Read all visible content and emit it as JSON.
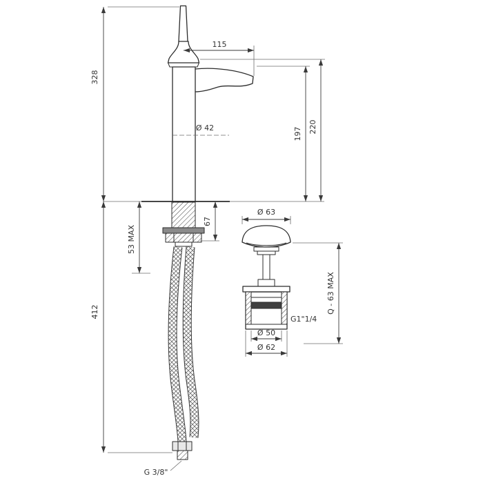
{
  "drawing": {
    "type": "basin-mixer-technical-drawing",
    "colors": {
      "background": "#ffffff",
      "outline": "#2b2b2b",
      "dimension": "#3a3a3a",
      "extension": "#6b6b6b",
      "label": "#333333"
    },
    "dims": {
      "faucet": {
        "spout_reach": "115",
        "height": "328",
        "spout_height": "197",
        "body_height": "220",
        "body_diameter": "Ø 42",
        "shank_length": "67",
        "deck_max": "53 MAX",
        "hose_length": "412",
        "hose_thread": "G 3/8\""
      },
      "waste": {
        "cap_diameter": "Ø 63",
        "thread": "G1\"1/4",
        "pipe_diameter": "Ø 50",
        "flange_diameter": "Ø 62",
        "depth_max": "Q - 63 MAX"
      }
    }
  }
}
